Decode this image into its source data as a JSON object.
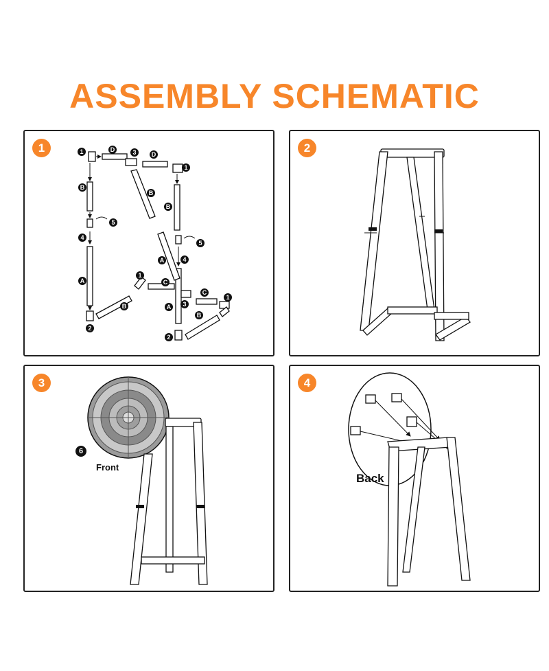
{
  "title": "ASSEMBLY SCHEMATIC",
  "accent_color": "#f7862a",
  "panels": [
    {
      "step": "1"
    },
    {
      "step": "2"
    },
    {
      "step": "3",
      "front_label": "Front",
      "part_6": "6"
    },
    {
      "step": "4",
      "back_label": "Back"
    }
  ],
  "part_labels": {
    "p1": "1",
    "p2": "2",
    "p3": "3",
    "p4": "4",
    "p5": "5",
    "a": "A",
    "b": "B",
    "c": "C",
    "d": "D"
  }
}
